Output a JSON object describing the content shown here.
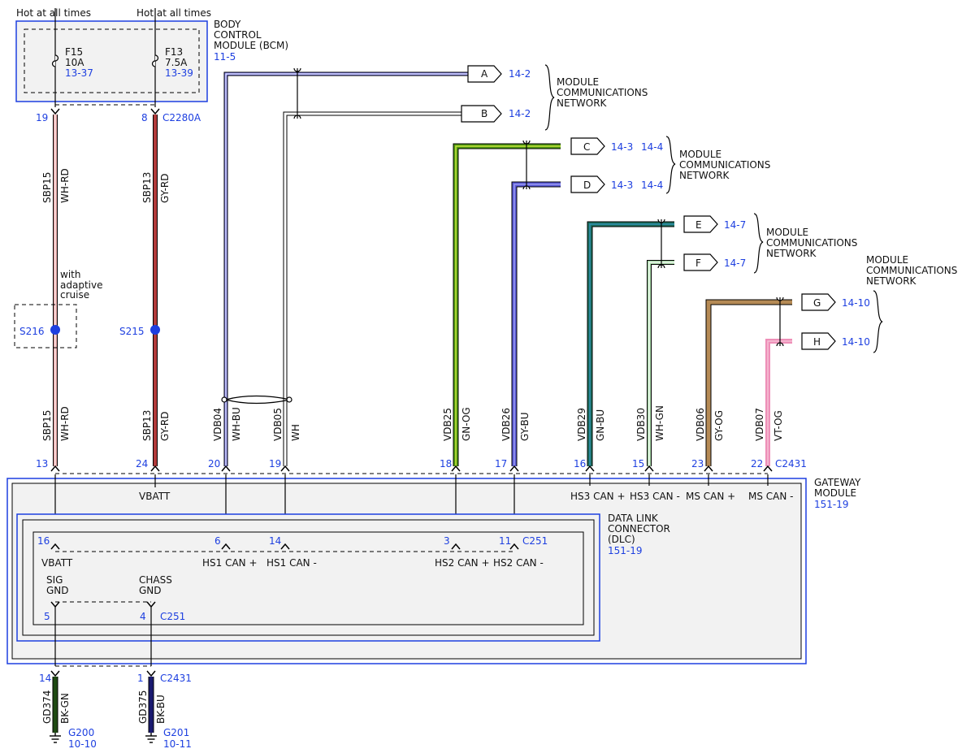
{
  "bcm": {
    "hot_left": "Hot at all times",
    "hot_right": "Hot at all times",
    "title_lines": [
      "BODY",
      "CONTROL",
      "MODULE (BCM)"
    ],
    "ref": "11-5",
    "fuse1": {
      "name": "F15",
      "rating": "10A",
      "ref": "13-37"
    },
    "fuse2": {
      "name": "F13",
      "rating": "7.5A",
      "ref": "13-39"
    },
    "pin_left": "19",
    "pin_right": "8",
    "connector": "C2280A"
  },
  "wires": {
    "sbp15_top": {
      "circuit": "SBP15",
      "color": "WH-RD"
    },
    "sbp13_top": {
      "circuit": "SBP13",
      "color": "GY-RD"
    },
    "sbp15_bot": {
      "circuit": "SBP15",
      "color": "WH-RD"
    },
    "sbp13_bot": {
      "circuit": "SBP13",
      "color": "GY-RD"
    },
    "vdb04": {
      "circuit": "VDB04",
      "color": "WH-BU"
    },
    "vdb05": {
      "circuit": "VDB05",
      "color": "WH"
    },
    "vdb25": {
      "circuit": "VDB25",
      "color": "GN-OG"
    },
    "vdb26": {
      "circuit": "VDB26",
      "color": "GY-BU"
    },
    "vdb29": {
      "circuit": "VDB29",
      "color": "GN-BU"
    },
    "vdb30": {
      "circuit": "VDB30",
      "color": "WH-GN"
    },
    "vdb06": {
      "circuit": "VDB06",
      "color": "GY-OG"
    },
    "vdb07": {
      "circuit": "VDB07",
      "color": "VT-OG"
    },
    "gd374": {
      "circuit": "GD374",
      "color": "BK-GN"
    },
    "gd375": {
      "circuit": "GD375",
      "color": "BK-BU"
    }
  },
  "splices": {
    "s216": "S216",
    "s215": "S215",
    "note_lines": [
      "with",
      "adaptive",
      "cruise"
    ]
  },
  "connectors": {
    "A": {
      "letter": "A",
      "ref": "14-2"
    },
    "B": {
      "letter": "B",
      "ref": "14-2"
    },
    "C": {
      "letter": "C",
      "ref": "14-3",
      "ref2": "14-4"
    },
    "D": {
      "letter": "D",
      "ref": "14-3",
      "ref2": "14-4"
    },
    "E": {
      "letter": "E",
      "ref": "14-7"
    },
    "F": {
      "letter": "F",
      "ref": "14-7"
    },
    "G": {
      "letter": "G",
      "ref": "14-10"
    },
    "H": {
      "letter": "H",
      "ref": "14-10"
    }
  },
  "network_label_lines": [
    "MODULE",
    "COMMUNICATIONS",
    "NETWORK"
  ],
  "gateway": {
    "pins": [
      "13",
      "24",
      "20",
      "19",
      "18",
      "17",
      "16",
      "15",
      "23",
      "22"
    ],
    "connector": "C2431",
    "labels": {
      "vbatt": "VBATT",
      "hs3p": "HS3 CAN +",
      "hs3m": "HS3 CAN -",
      "msp": "MS CAN +",
      "msm": "MS CAN -"
    },
    "title_lines": [
      "GATEWAY",
      "MODULE"
    ],
    "ref": "151-19"
  },
  "dlc": {
    "title_lines": [
      "DATA LINK",
      "CONNECTOR",
      "(DLC)"
    ],
    "ref": "151-19",
    "pins": [
      "16",
      "6",
      "14",
      "3",
      "11"
    ],
    "connector": "C251",
    "labels": {
      "vbatt": "VBATT",
      "hs1p": "HS1 CAN +",
      "hs1m": "HS1 CAN -",
      "hs2p": "HS2 CAN +",
      "hs2m": "HS2 CAN -"
    },
    "gnd_pins": [
      "5",
      "4"
    ],
    "gnd_connector": "C251",
    "sig_gnd_lines": [
      "SIG",
      "GND"
    ],
    "chass_gnd_lines": [
      "CHASS",
      "GND"
    ]
  },
  "grounds": {
    "pins": [
      "14",
      "1"
    ],
    "connector": "C2431",
    "g200": {
      "name": "G200",
      "ref": "10-10"
    },
    "g201": {
      "name": "G201",
      "ref": "10-11"
    }
  },
  "colors": {
    "frame_blue": "#1d3fe0",
    "ref_blue": "#1d3fe0",
    "box_fill": "#f2f2f2",
    "wire_wh_rd": "#e9a6a6",
    "wire_gy_rd": "#b13a3a",
    "wire_wh_bu": "#7f7ff0",
    "wire_wh": "#ffffff",
    "wire_gn_og": "#4f9a12",
    "wire_gy_bu": "#5a5ad8",
    "wire_gn_bu": "#1d6f5e",
    "wire_wh_gn": "#a7d8a7",
    "wire_gy_og": "#b58a55",
    "wire_vt_og": "#ee8fb8",
    "wire_bk_gn": "#1f4a12",
    "wire_bk_bu": "#1a1a70"
  }
}
